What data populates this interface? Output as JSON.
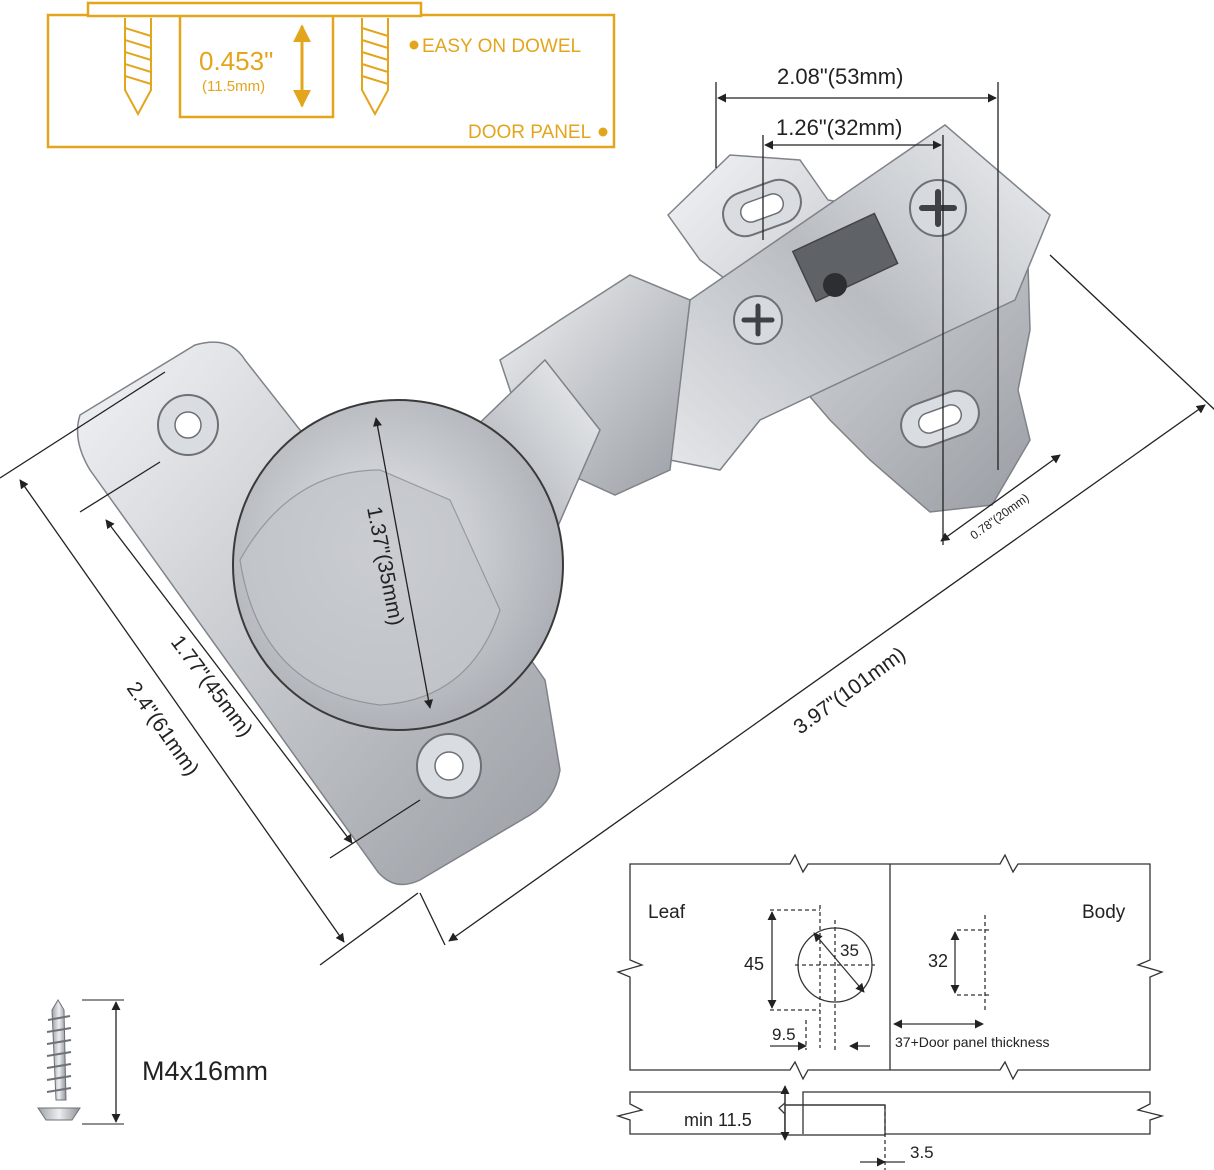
{
  "panel_inset": {
    "depth": "0.453\"",
    "depth_metric": "(11.5mm)",
    "dowel_label": "EASY ON DOWEL",
    "door_label": "DOOR PANEL"
  },
  "dimensions": {
    "mount_outer": "2.08\"(53mm)",
    "mount_holes": "1.26\"(32mm)",
    "mount_offset": "0.78\"(20mm)",
    "cup_diameter": "1.37\"(35mm)",
    "holes_spacing": "1.77\"(45mm)",
    "plate_length": "2.4\"(61mm)",
    "total_length": "3.97\"(101mm)"
  },
  "screw": {
    "label": "M4x16mm"
  },
  "drilling_template": {
    "leaf_label": "Leaf",
    "body_label": "Body",
    "holes_45": "45",
    "cup_35": "35",
    "holes_32": "32",
    "edge_9_5": "9.5",
    "offset_note": "37+Door panel thickness",
    "min_depth": "min 11.5",
    "edge_3_5": "3.5"
  },
  "colors": {
    "accent": "#e3a51c",
    "line": "#222222",
    "metal": "#c9ccd0",
    "metal_dark": "#8d9197"
  }
}
